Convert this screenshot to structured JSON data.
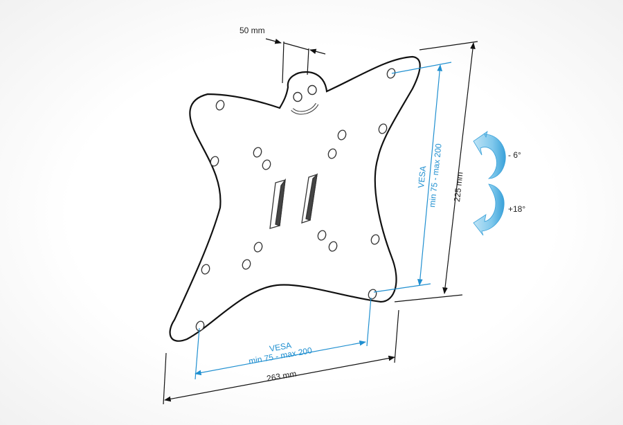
{
  "labels": {
    "top_width": "50 mm",
    "total_height": "225 mm",
    "total_width": "263 mm",
    "vesa_vertical_line1": "VESA",
    "vesa_vertical_line2": "min 75 - max 200",
    "vesa_horizontal_line1": "VESA",
    "vesa_horizontal_line2": "min 75 - max 200",
    "tilt_up": "- 6°",
    "tilt_down": "+18°"
  },
  "colors": {
    "outline": "#111111",
    "dimension": "#111111",
    "vesa": "#1f8fd0",
    "tilt_arrow": "#7fc8ec",
    "tilt_arrow_dark": "#3aa1d9"
  },
  "icons": {
    "tilt_up": "curved-arrow-up-icon",
    "tilt_down": "curved-arrow-down-icon"
  }
}
